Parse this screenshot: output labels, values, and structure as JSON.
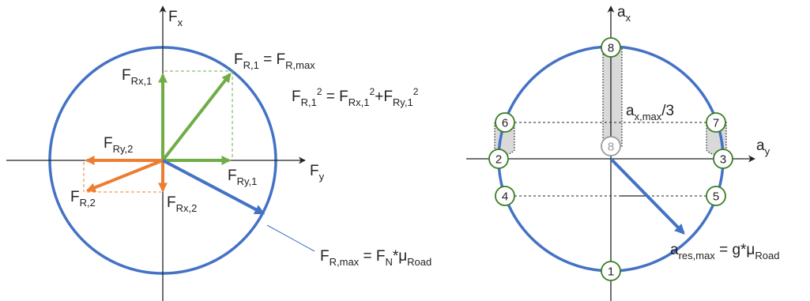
{
  "colors": {
    "circle": "#4472C4",
    "green": "#70AD47",
    "orange": "#ED7D31",
    "blue_vector": "#4472C4",
    "axis": "#222222",
    "node_border": "#3A7D22",
    "node_ghost": "#9A9A9A",
    "shade": "#D9D9D9"
  },
  "left": {
    "axis_x_label": {
      "main": "F",
      "sub": "x"
    },
    "axis_y_label": {
      "main": "F",
      "sub": "y"
    },
    "frx1": {
      "main": "F",
      "sub": "Rx,1"
    },
    "fr1_eq": {
      "main": "F",
      "sub": "R,1",
      "mid": " = F",
      "sub2": "R,max"
    },
    "pythagoras": {
      "a": "F",
      "a_sub": "R,1",
      "a_sup": "2",
      "eq": " = F",
      "b_sub": "Rx,1",
      "b_sup": "2",
      "plus": "+F",
      "c_sub": "Ry,1",
      "c_sup": "2"
    },
    "fry2": {
      "main": "F",
      "sub": "Ry,2"
    },
    "fry1": {
      "main": "F",
      "sub": "Ry,1"
    },
    "fr2": {
      "main": "F",
      "sub": "R,2"
    },
    "frx2": {
      "main": "F",
      "sub": "Rx,2"
    },
    "frmax_eq": {
      "main": "F",
      "sub": "R,max",
      "mid": " = F",
      "sub2": "N",
      "mid2": "*μ",
      "sub3": "Road"
    }
  },
  "right": {
    "axis_x_label": {
      "main": "a",
      "sub": "x"
    },
    "axis_y_label": {
      "main": "a",
      "sub": "y"
    },
    "axmax": {
      "main": "a",
      "sub": "x,max",
      "tail": "/3"
    },
    "ares": {
      "main": "a",
      "sub": "res,max",
      "mid": " = g*μ",
      "sub2": "Road"
    },
    "nodes": [
      {
        "label": "1"
      },
      {
        "label": "2"
      },
      {
        "label": "3"
      },
      {
        "label": "4"
      },
      {
        "label": "5"
      },
      {
        "label": "6"
      },
      {
        "label": "7"
      },
      {
        "label": "8"
      },
      {
        "label": "8"
      }
    ]
  }
}
